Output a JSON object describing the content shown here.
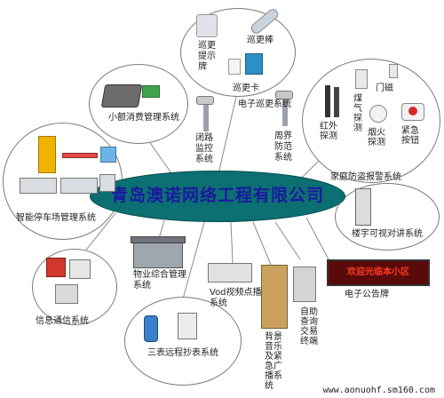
{
  "hub": {
    "title": "青岛澳诺网络工程有限公司"
  },
  "nodes": {
    "patrol_sign": "巡更提示牌",
    "patrol_stick": "巡更棒",
    "patrol_card": "巡更卡",
    "electronic_patrol": "电子巡更系统",
    "small_consumption": "小额消费管理系统",
    "cctv": "闭路监控系统",
    "perimeter": "周界防范系统",
    "home_alarm": "家庭防盗报警系统",
    "door_magnet": "门磁",
    "infrared": "红外探测",
    "gas": "煤气探测",
    "smoke": "烟火探测",
    "emergency_button": "紧急按钮",
    "parking": "智能停车场管理系统",
    "intercom": "楼宇可视对讲系统",
    "info_comm": "信息通信系统",
    "property_mgmt": "物业综合管理系统",
    "vod": "Vod视频点播系统",
    "bg_music": "背景音乐及紧急广播系统",
    "self_service": "自助查询交易终端",
    "bulletin": "电子公告牌",
    "meter_reading": "三表远程抄表系统"
  },
  "led_text": "欢迎光临本小区",
  "footer": "www.aonuohf.sm160.com"
}
